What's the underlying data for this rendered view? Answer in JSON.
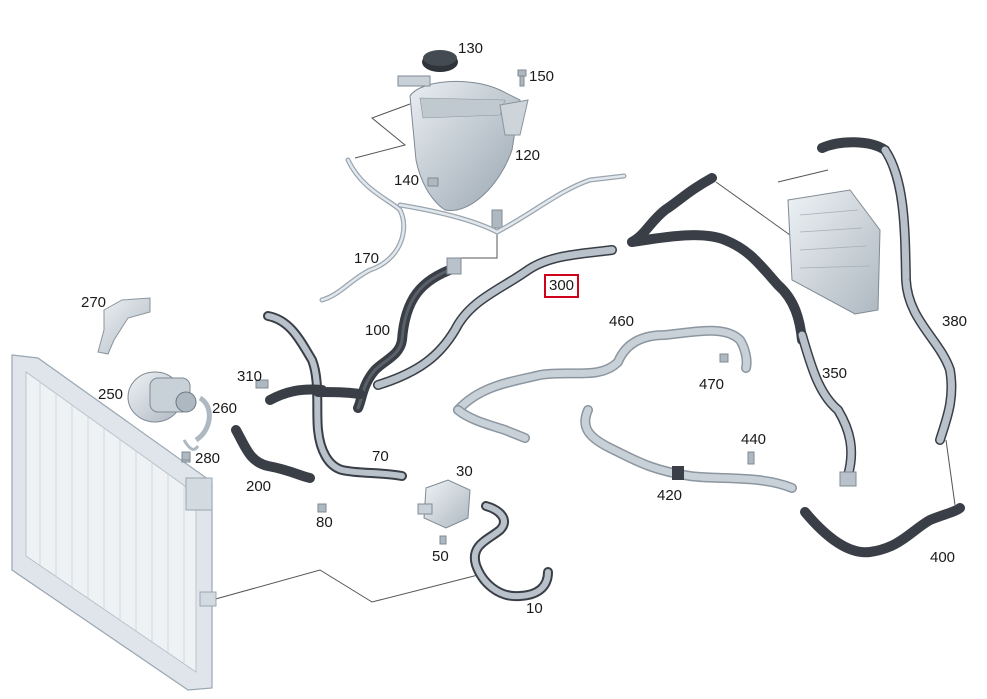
{
  "diagram": {
    "highlight_color": "#d0021b",
    "hose_color": "#3a3f47",
    "pipe_color": "#b9c2ca",
    "part_color": "#d3dae0",
    "callouts": [
      {
        "id": "130",
        "label": "130"
      },
      {
        "id": "150",
        "label": "150"
      },
      {
        "id": "120",
        "label": "120"
      },
      {
        "id": "140",
        "label": "140"
      },
      {
        "id": "170",
        "label": "170"
      },
      {
        "id": "270",
        "label": "270"
      },
      {
        "id": "100",
        "label": "100"
      },
      {
        "id": "300",
        "label": "300",
        "selected": true
      },
      {
        "id": "460",
        "label": "460"
      },
      {
        "id": "470",
        "label": "470"
      },
      {
        "id": "350",
        "label": "350"
      },
      {
        "id": "380",
        "label": "380"
      },
      {
        "id": "310",
        "label": "310"
      },
      {
        "id": "250",
        "label": "250"
      },
      {
        "id": "260",
        "label": "260"
      },
      {
        "id": "280",
        "label": "280"
      },
      {
        "id": "200",
        "label": "200"
      },
      {
        "id": "70",
        "label": "70"
      },
      {
        "id": "30",
        "label": "30"
      },
      {
        "id": "80",
        "label": "80"
      },
      {
        "id": "50",
        "label": "50"
      },
      {
        "id": "10",
        "label": "10"
      },
      {
        "id": "440",
        "label": "440"
      },
      {
        "id": "420",
        "label": "420"
      },
      {
        "id": "400",
        "label": "400"
      }
    ]
  }
}
